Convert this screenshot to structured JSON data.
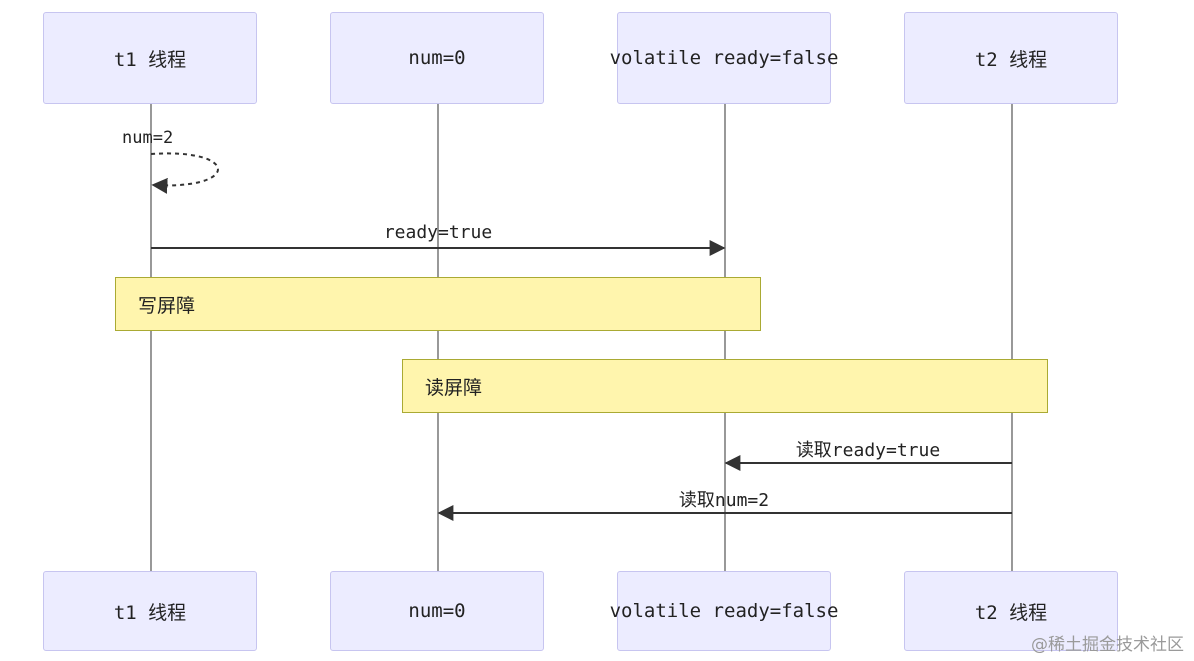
{
  "actors": [
    {
      "id": "t1",
      "label": "t1 线程"
    },
    {
      "id": "num",
      "label": "num=0"
    },
    {
      "id": "ready",
      "label": "volatile ready=false"
    },
    {
      "id": "t2",
      "label": "t2 线程"
    }
  ],
  "messages": {
    "self_num": "num=2",
    "set_ready": "ready=true",
    "read_ready": "读取ready=true",
    "read_num": "读取num=2"
  },
  "notes": {
    "write_barrier": "写屏障",
    "read_barrier": "读屏障"
  },
  "watermark": "@稀土掘金技术社区",
  "colors": {
    "actor_fill": "#ECECFF",
    "actor_border": "#c7c5f0",
    "note_fill": "#FFF5AD",
    "note_border": "#aaaa33",
    "line": "#333333"
  }
}
